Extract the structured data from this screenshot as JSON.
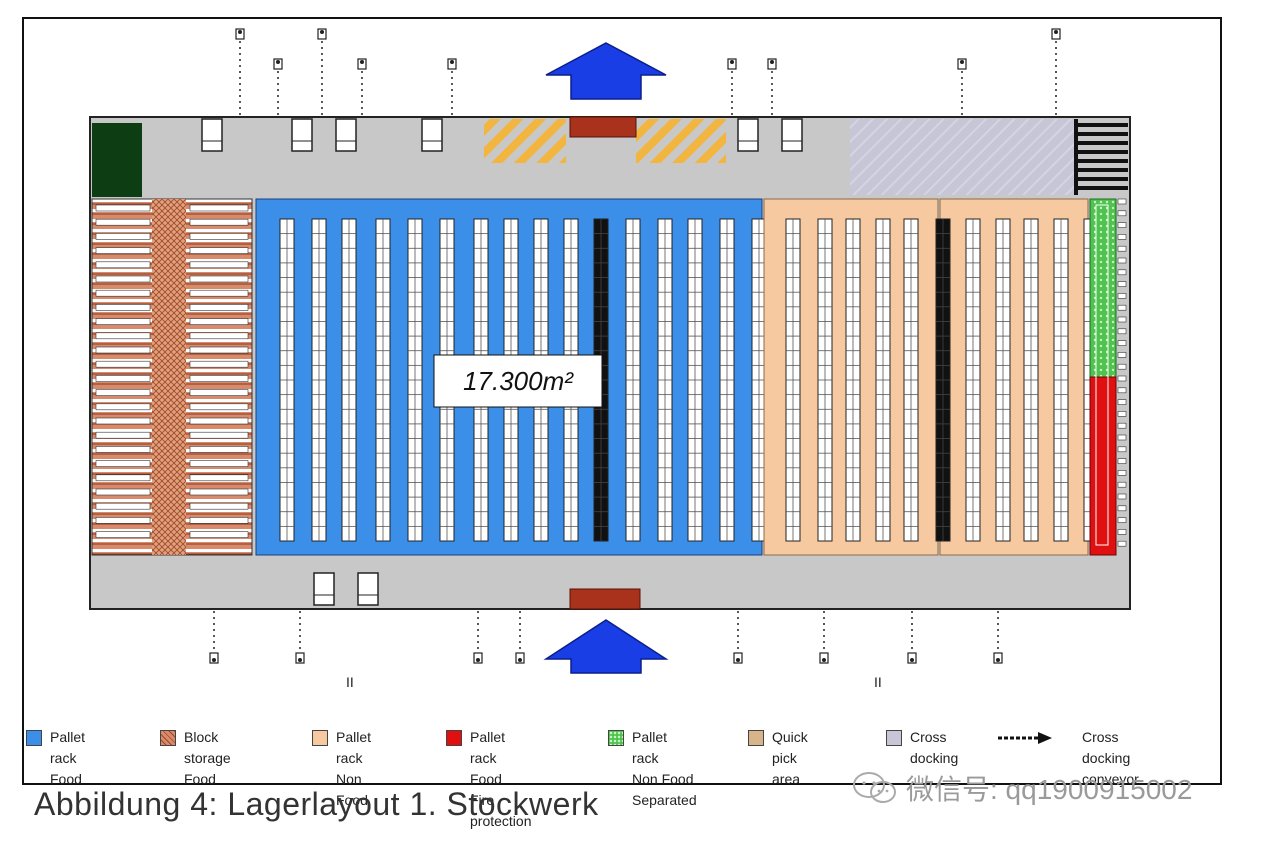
{
  "diagram": {
    "area_label": "17.300m²",
    "caption": "Abbildung 4: Lagerlayout 1. Stockwerk",
    "watermark": "微信号: qq1900915002",
    "legend": [
      {
        "name": "pallet-rack-food",
        "label": "Pallet rack\nFood",
        "color": "#3b8fe8"
      },
      {
        "name": "block-storage-food",
        "label": "Block storage\nFood",
        "color": "#d88a6a"
      },
      {
        "name": "pallet-rack-non-food",
        "label": "Pallet rack\nNon Food",
        "color": "#f7c9a0"
      },
      {
        "name": "pallet-rack-fire-protection",
        "label": "Pallet rack\nFood\nFire protection",
        "color": "#e01010"
      },
      {
        "name": "pallet-rack-non-food-separated",
        "label": "Pallet rack\nNon Food\nSeparated",
        "color": "#4fc24f"
      },
      {
        "name": "quick-pick-area",
        "label": "Quick pick\narea",
        "color": "#d7b48a"
      },
      {
        "name": "cross-docking",
        "label": "Cross\ndocking",
        "color": "#c6c6d6"
      },
      {
        "name": "cross-docking-conveyor",
        "label": "Cross docking\nconveyor",
        "color": "#111111"
      }
    ],
    "colors": {
      "floor": "#c8c8c8",
      "dark_green_zone": "#0d3d12",
      "dock_door": "#a8321c",
      "quick_pick_stripe": "#f2b640",
      "cross_dock_zone": "#c6c6d6",
      "arrow": "#1a3ee6"
    },
    "icons": {
      "arrow": "up-arrow-icon",
      "truck": "truck-icon",
      "conveyor": "conveyor-icon"
    }
  }
}
